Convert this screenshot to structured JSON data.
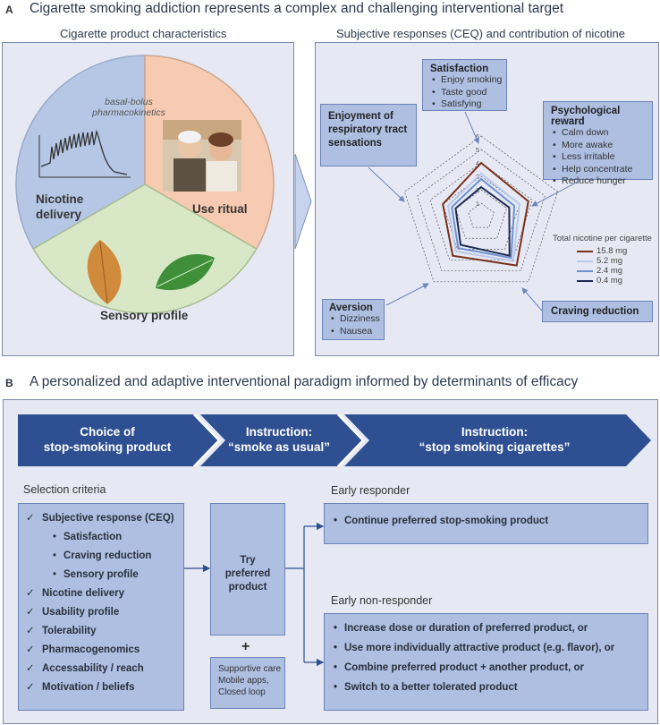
{
  "panel_a": {
    "letter": "A",
    "title": "Cigarette smoking addiction represents a complex and challenging interventional target",
    "left_title": "Cigarette product characteristics",
    "right_title": "Subjective responses (CEQ) and contribution of nicotine",
    "pie": {
      "pk_label_1": "basal-bolus",
      "pk_label_2": "pharmacokinetics",
      "nicotine_1": "Nicotine",
      "nicotine_2": "delivery",
      "use_ritual": "Use ritual",
      "sensory_profile": "Sensory profile",
      "colors": {
        "nicotine": "#b6c7e6",
        "ritual": "#f6cbb1",
        "sensory": "#d8e8c6"
      }
    },
    "boxes": {
      "satisfaction": {
        "title": "Satisfaction",
        "items": [
          "Enjoy smoking",
          "Taste good",
          "Satisfying"
        ]
      },
      "enjoyment": {
        "title_1": "Enjoyment of",
        "title_2": "respiratory tract",
        "title_3": "sensations"
      },
      "psych": {
        "title": "Psychological reward",
        "items": [
          "Calm down",
          "More awake",
          "Less irritable",
          "Help concentrate",
          "Reduce hunger"
        ]
      },
      "aversion": {
        "title": "Aversion",
        "items": [
          "Dizziness",
          "Nausea"
        ]
      },
      "craving": {
        "title": "Craving reduction"
      }
    },
    "radar": {
      "ticks": [
        "1",
        "2",
        "3",
        "4",
        "5",
        "6"
      ],
      "legend_title": "Total nicotine per cigarette",
      "series": [
        {
          "name": "15.8 mg",
          "color": "#7a2f1c",
          "values": [
            4.0,
            3.7,
            4.5,
            3.6,
            3.0
          ]
        },
        {
          "name": "5.2 mg",
          "color": "#b9c9ea",
          "values": [
            3.2,
            3.0,
            4.1,
            3.2,
            2.6
          ]
        },
        {
          "name": "2.4 mg",
          "color": "#6f8fd1",
          "values": [
            2.8,
            2.6,
            3.8,
            2.9,
            2.3
          ]
        },
        {
          "name": "0.4 mg",
          "color": "#1d2950",
          "values": [
            2.2,
            2.2,
            3.6,
            2.6,
            2.0
          ]
        }
      ]
    }
  },
  "panel_b": {
    "letter": "B",
    "title": "A personalized and adaptive interventional paradigm informed by determinants of efficacy",
    "arrows": [
      {
        "line1": "Choice of",
        "line2": "stop-smoking product"
      },
      {
        "line1": "Instruction:",
        "line2": "“smoke as usual”"
      },
      {
        "line1": "Instruction:",
        "line2": "“stop smoking cigarettes”"
      }
    ],
    "selection_label": "Selection criteria",
    "check": "✓",
    "criteria": [
      "Subjective response (CEQ)",
      "Nicotine delivery",
      "Usability profile",
      "Tolerability",
      "Pharmacogenomics",
      "Accessability / reach",
      "Motivation / beliefs"
    ],
    "sub_criteria": [
      "Satisfaction",
      "Craving reduction",
      "Sensory profile"
    ],
    "try_1": "Try",
    "try_2": "preferred",
    "try_3": "product",
    "plus": "+",
    "support": [
      "Supportive care",
      "Mobile apps,",
      "Closed loop"
    ],
    "early_responder_label": "Early responder",
    "early_responder_items": [
      "Continue preferred stop-smoking product"
    ],
    "early_nonresponder_label": "Early non-responder",
    "early_nonresponder_items": [
      "Increase dose or duration of preferred product, or",
      "Use more individually attractive product (e.g. flavor), or",
      "Combine preferred product + another product, or",
      "Switch to a better tolerated product"
    ],
    "arrow_color": "#2c4f91"
  }
}
